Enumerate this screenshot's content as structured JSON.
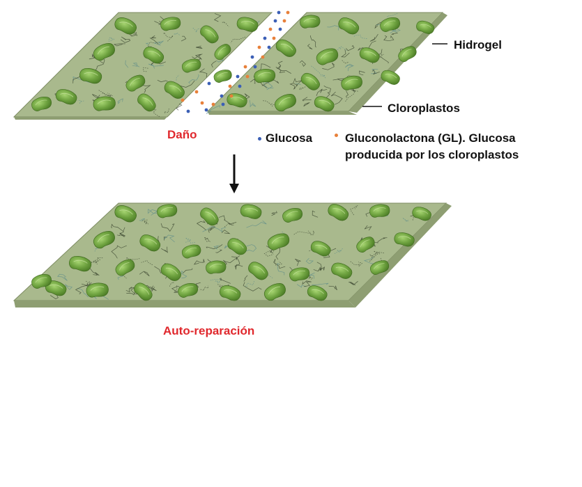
{
  "labels": {
    "hydrogel": "Hidrogel",
    "chloroplasts": "Cloroplastos",
    "damage": "Daño",
    "self_repair": "Auto-reparación"
  },
  "legend": {
    "glucose": "Glucosa",
    "gl_line1": "Gluconolactona (GL). Glucosa",
    "gl_line2": "producida por los cloroplastos"
  },
  "colors": {
    "slab_top": "#a9b98d",
    "slab_side": "#8e9e72",
    "slab_edge": "#7d8c62",
    "chloroplast": "#6fa340",
    "chloroplast_dark": "#4e8028",
    "chloroplast_light": "#9ccc6a",
    "glucose_dot": "#3b5fb6",
    "gl_dot": "#e8803a",
    "label_red": "#e0282d"
  }
}
